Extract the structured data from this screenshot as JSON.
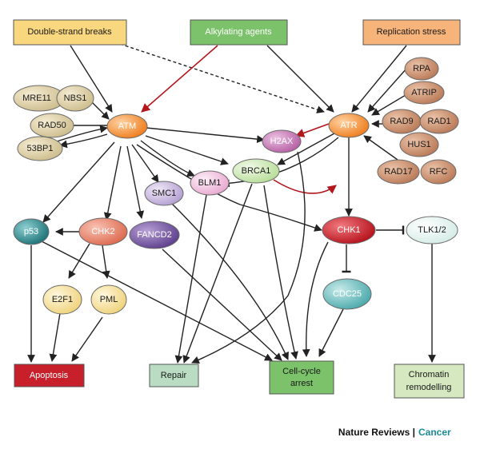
{
  "inputs": {
    "double_strand_breaks": "Double-strand breaks",
    "alkylating_agents": "Alkylating agents",
    "replication_stress": "Replication stress"
  },
  "nodes": {
    "mre11": "MRE11",
    "nbs1": "NBS1",
    "rad50": "RAD50",
    "53bp1": "53BP1",
    "atm": "ATM",
    "atr": "ATR",
    "rpa": "RPA",
    "atrip": "ATRIP",
    "rad9": "RAD9",
    "rad1": "RAD1",
    "hus1": "HUS1",
    "rad17": "RAD17",
    "rfc": "RFC",
    "h2ax": "H2AX",
    "brca1": "BRCA1",
    "blm1": "BLM1",
    "smc1": "SMC1",
    "fancd2": "FANCD2",
    "p53": "p53",
    "chk2": "CHK2",
    "chk1": "CHK1",
    "tlk12": "TLK1/2",
    "cdc25": "CDC25",
    "e2f1": "E2F1",
    "pml": "PML"
  },
  "outputs": {
    "apoptosis": "Apoptosis",
    "repair": "Repair",
    "cell_cycle_arrest": [
      "Cell-cycle",
      "arrest"
    ],
    "chromatin_remodelling": [
      "Chromatin",
      "remodelling"
    ]
  },
  "footer": {
    "journal": "Nature Reviews |",
    "section": "Cancer"
  },
  "colors": {
    "input_box_yellow": "#f9d77e",
    "input_box_green": "#7cc26b",
    "input_box_orange": "#f6b37a",
    "kinase_orange": "#f28a2a",
    "complex_tan": "#dccfa8",
    "atr_partner_brown": "#c98c6c",
    "h2ax_magenta": "#c777b4",
    "brca1_green": "#cfe8b5",
    "blm1_pink": "#f3c6e2",
    "smc1_lavender": "#cbb9df",
    "fancd2_purple": "#7b5aa6",
    "p53_teal": "#2a8a8f",
    "chk2_salmon": "#e8826a",
    "chk1_red": "#c8202a",
    "tlk_pale": "#e9f5f2",
    "cdc25_teal": "#5fb8b9",
    "e2f1_pml_yellow": "#f8e4a0",
    "apoptosis_red": "#c8202a",
    "repair_green": "#b9dcc2",
    "arrest_green": "#7cc26b",
    "chromatin_green": "#d5e8c0",
    "activation_red_arrow": "#b3161b",
    "footer_accent": "#1a8a9a"
  }
}
